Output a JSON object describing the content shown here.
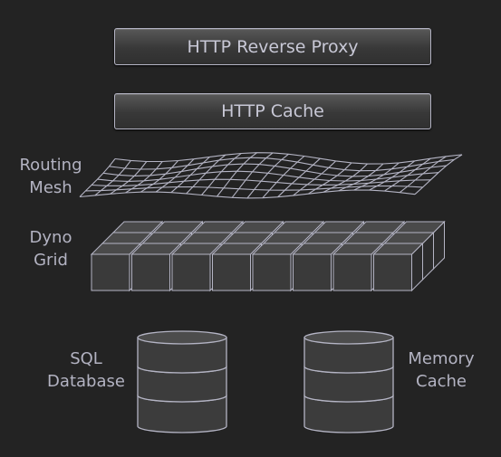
{
  "layers": {
    "proxy": "HTTP Reverse Proxy",
    "cache": "HTTP Cache",
    "mesh": [
      "Routing",
      "Mesh"
    ],
    "grid": [
      "Dyno",
      "Grid"
    ],
    "sql": [
      "SQL",
      "Database"
    ],
    "memory": [
      "Memory",
      "Cache"
    ]
  },
  "colors": {
    "background": "#232323",
    "outline": "#b4b4c4",
    "fill": "#3c3c3c",
    "text": "#b9b9c6"
  }
}
